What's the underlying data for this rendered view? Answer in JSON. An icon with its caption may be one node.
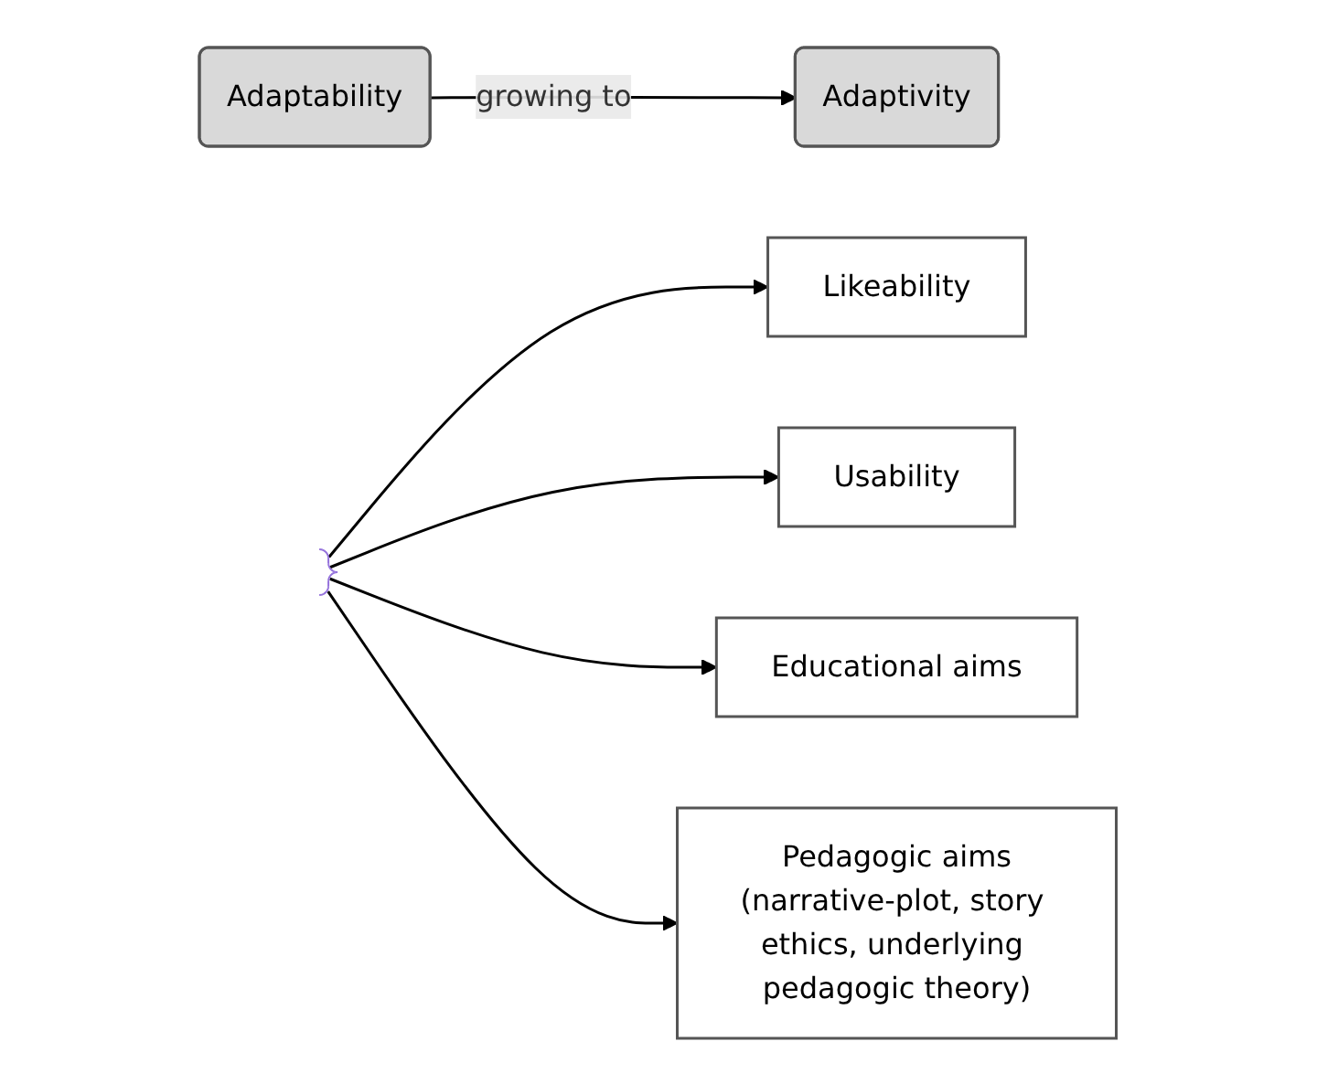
{
  "diagram": {
    "nodes": [
      {
        "text": [
          "Adaptability"
        ]
      },
      {
        "text": [
          "Adaptivity"
        ]
      },
      {
        "text": [],
        "shape": "brace"
      },
      {
        "text": [
          "Likeability"
        ]
      },
      {
        "text": [
          "Usability"
        ]
      },
      {
        "text": [
          "Educational aims"
        ]
      },
      {
        "text": [
          "Pedagogic aims",
          "(narrative-plot, story ethics, underlying pedagogic theory)"
        ]
      }
    ],
    "edges": [
      {
        "from": 0,
        "to": 1,
        "arrow": "to",
        "label": "growing to"
      },
      {
        "from": 2,
        "to": 3,
        "arrow": "to"
      },
      {
        "from": 2,
        "to": 4,
        "arrow": "to"
      },
      {
        "from": 2,
        "to": 5,
        "arrow": "to"
      },
      {
        "from": 2,
        "to": 6,
        "arrow": "to"
      }
    ]
  }
}
